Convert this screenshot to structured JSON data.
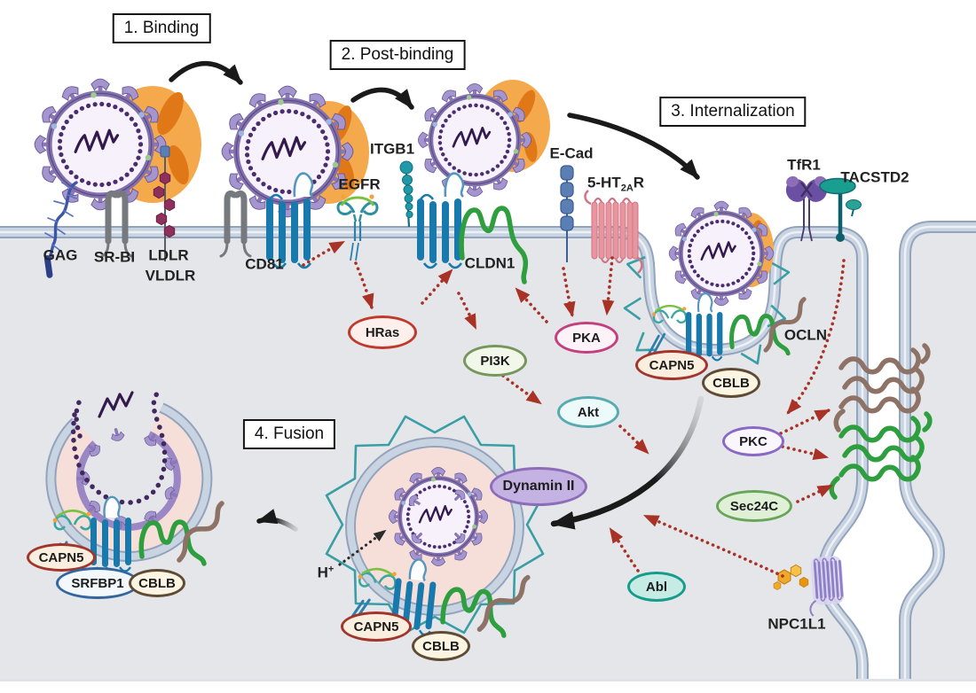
{
  "steps": {
    "binding": "1. Binding",
    "post_binding": "2. Post-binding",
    "internalization": "3. Internalization",
    "fusion": "4. Fusion"
  },
  "receptors": {
    "gag": "GAG",
    "sr_bi": "SR-BI",
    "ldlr": "LDLR",
    "vldlr": "VLDLR",
    "cd81": "CD81",
    "egfr": "EGFR",
    "itgb1": "ITGB1",
    "cldn1": "CLDN1",
    "e_cad": "E-Cad",
    "five_ht2ar": {
      "base": "5-HT",
      "sub": "2A",
      "suffix": "R"
    },
    "tfr1": "TfR1",
    "tacstd2": "TACSTD2",
    "ocln": "OCLN",
    "npc1l1": "NPC1L1"
  },
  "factors": {
    "hras": "HRas",
    "pi3k": "PI3K",
    "pka": "PKA",
    "akt": "Akt",
    "pkc": "PKC",
    "sec24c": "Sec24C",
    "abl": "Abl",
    "dynamin_ii": "Dynamin II",
    "capn5": "CAPN5",
    "cblb": "CBLB",
    "srfbp1": "SRFBP1"
  },
  "ions": {
    "proton_symbol": "H",
    "proton_charge": "+"
  },
  "colors": {
    "red_dotted_arrow": "#a93226",
    "black_arrow": "#1a1a1a",
    "membrane_fill": "#c9d4e2",
    "membrane_edge": "#93a3bb",
    "cytoplasm": "#e4e6ea",
    "virus_envelope": "#8271ad",
    "virus_core": "#f6f1fb",
    "clathrin_teal": "#3a9ea5",
    "lipoprotein_orange": "#f4a94c",
    "endosome_lumen": "#f6ded9",
    "cldn1_green": "#2e9e3e",
    "ocln_brown": "#8d7265",
    "cd81_blue": "#1879ad"
  }
}
